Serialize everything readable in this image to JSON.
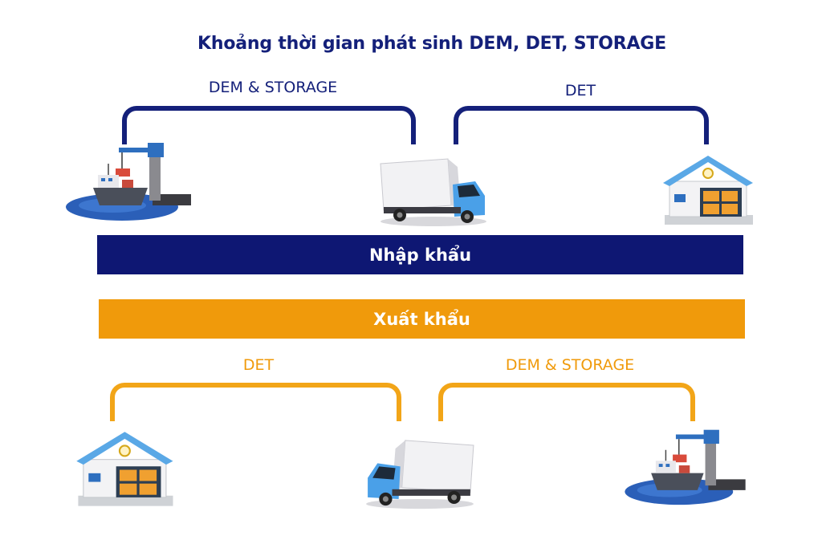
{
  "title": "Khoảng thời gian phát sinh DEM, DET, STORAGE",
  "import": {
    "bar_label": "Nhập khẩu",
    "left_span_label": "DEM & STORAGE",
    "right_span_label": "DET"
  },
  "export": {
    "bar_label": "Xuất khẩu",
    "left_span_label": "DET",
    "right_span_label": "DEM & STORAGE"
  },
  "colors": {
    "import": "#0e1773",
    "export": "#f09a0b",
    "truck_cab": "#4aa0e8",
    "warehouse_roof": "#5aa8e6",
    "crate": "#f0a030",
    "water": "#2b5fb8"
  }
}
